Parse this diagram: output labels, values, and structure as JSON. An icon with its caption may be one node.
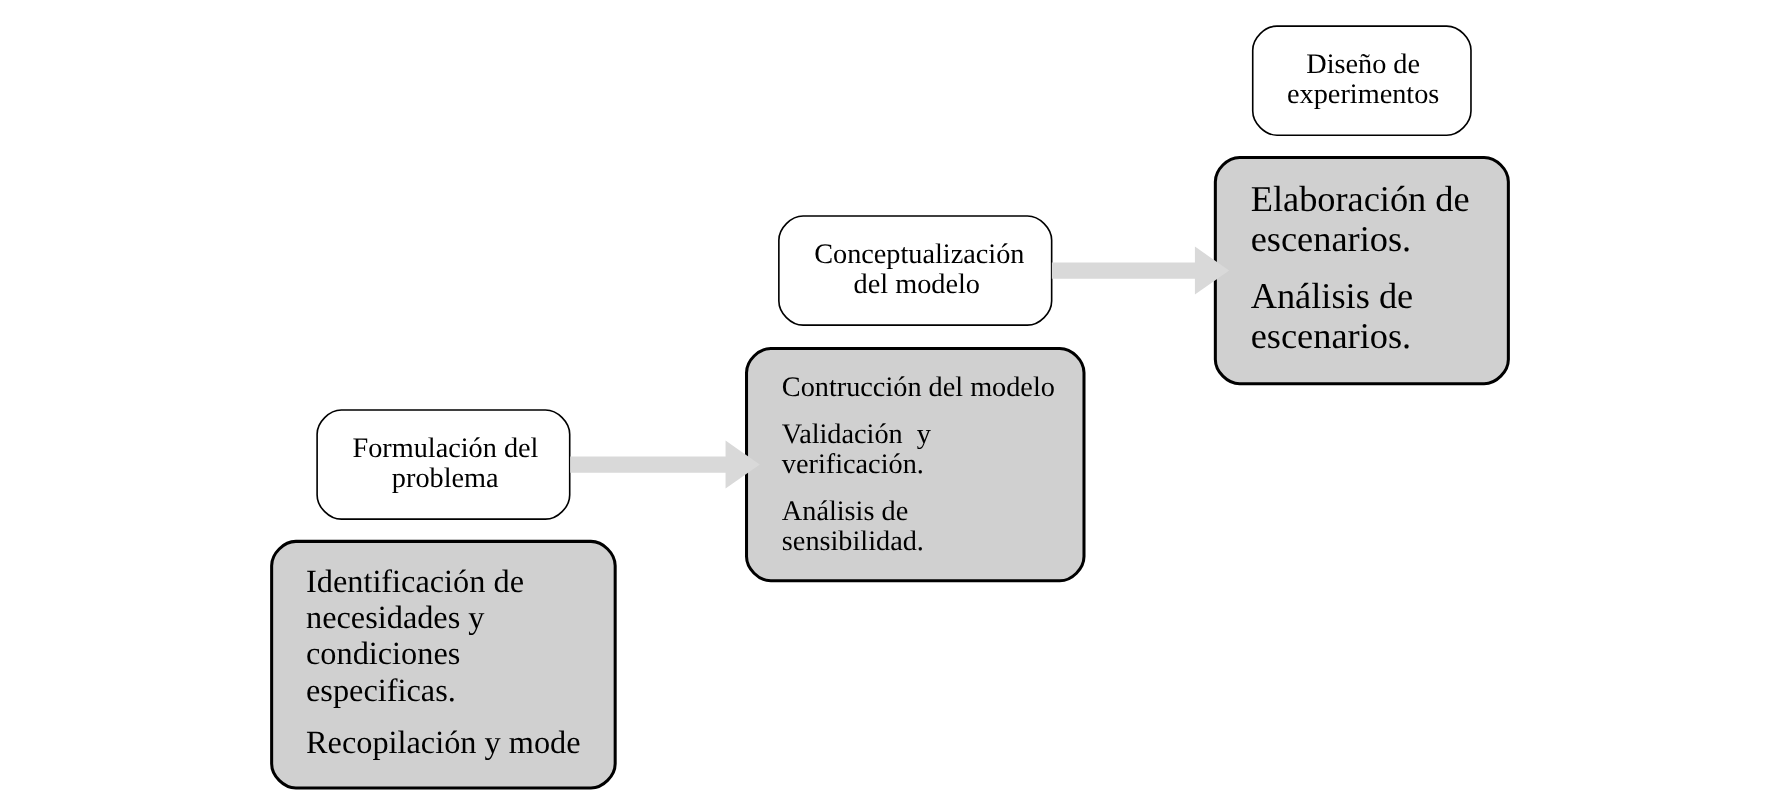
{
  "diagram": {
    "nodes": [
      {
        "text": [
          "Identificación de necesidades y condiciones especificas.",
          "Recopilación y mode"
        ]
      },
      {
        "text": [
          "Formulación del problema"
        ]
      },
      {
        "text": [
          "Conceptualización del modelo"
        ]
      },
      {
        "text": [
          "Contrucción del modelo",
          "Validación  y verificación.",
          "Análisis de sensibilidad."
        ]
      },
      {
        "text": [
          "Elaboración de escenarios.",
          "Análisis de escenarios."
        ]
      },
      {
        "text": [
          "Diseño de experimentos"
        ]
      }
    ],
    "edges": [
      {
        "from": 1,
        "to": 3,
        "arrow": "to"
      },
      {
        "from": 2,
        "to": 4,
        "arrow": "to"
      }
    ]
  }
}
